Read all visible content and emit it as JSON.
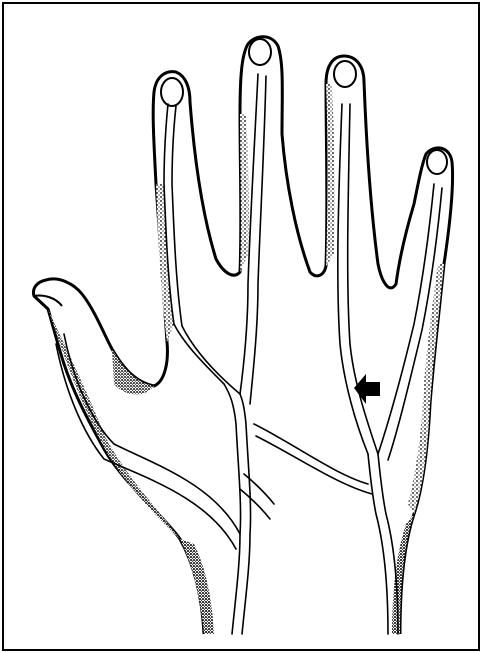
{
  "figure": {
    "subject": "dorsal-hand-illustration",
    "style": "black-ink line drawing with stippled shading",
    "colors": {
      "ink": "#000000",
      "paper": "#ffffff",
      "frame": "#000000"
    },
    "annotations": [
      {
        "kind": "arrow",
        "icon": "left-pointing-arrow",
        "points_to": "vessel-between-ring-and-little-finger"
      }
    ]
  }
}
